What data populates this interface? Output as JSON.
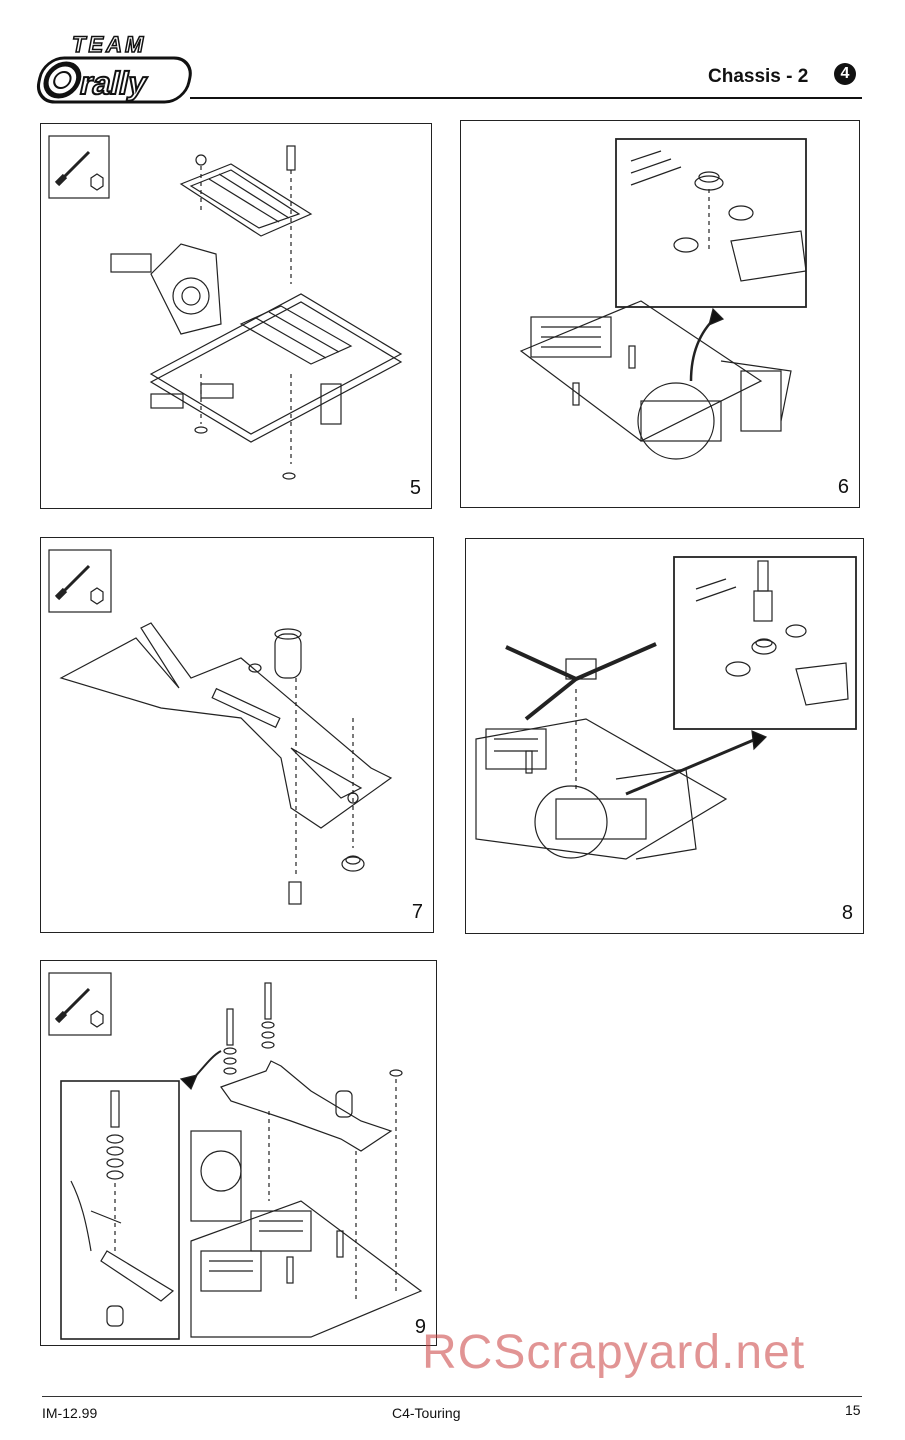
{
  "header": {
    "brand_top": "TEAM",
    "brand_main": "CORALLY",
    "section_title": "Chassis - 2",
    "section_number": "4"
  },
  "steps": [
    {
      "number": "5"
    },
    {
      "number": "6"
    },
    {
      "number": "7"
    },
    {
      "number": "8"
    },
    {
      "number": "9"
    }
  ],
  "footer": {
    "doc_code": "IM-12.99",
    "model": "C4-Touring",
    "page": "15"
  },
  "watermark": "RCScrapyard.net"
}
